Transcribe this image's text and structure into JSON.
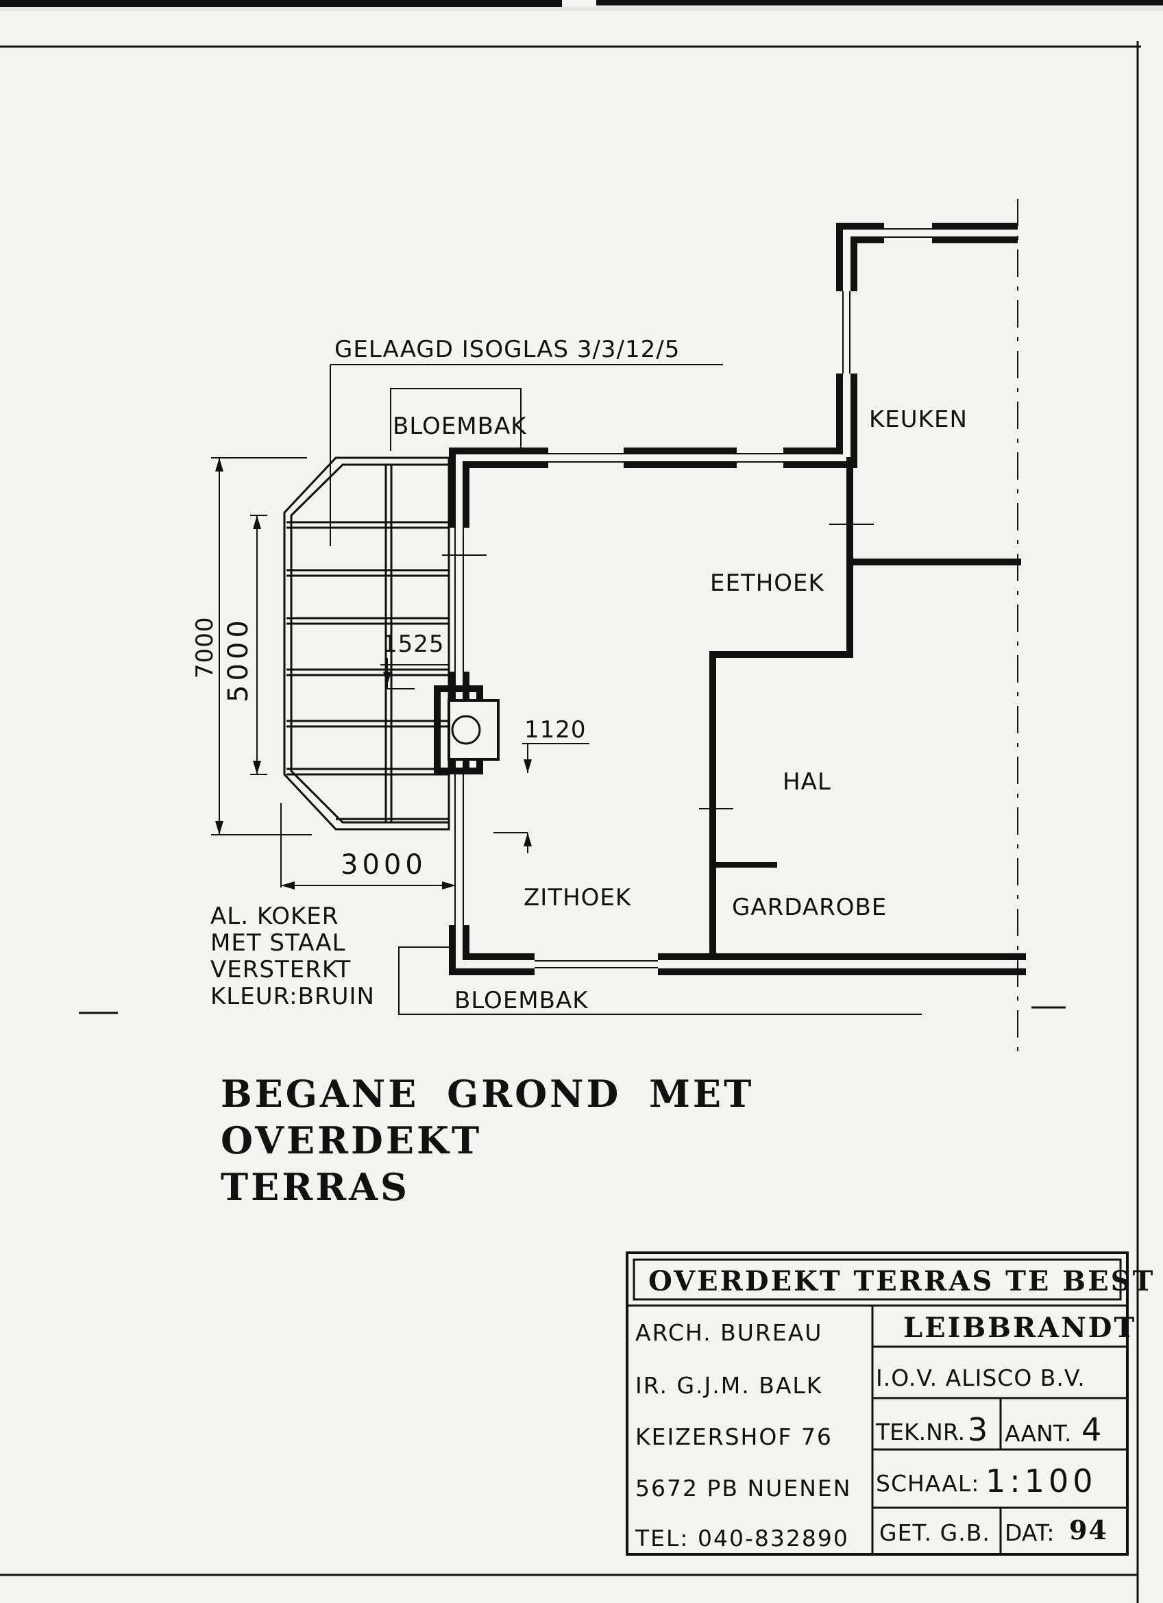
{
  "plan": {
    "glass_note": "GELAAGD ISOGLAS 3/3/12/5",
    "flowerbox_top": "BLOEMBAK",
    "flowerbox_bottom": "BLOEMBAK",
    "rooms": {
      "keuken": "KEUKEN",
      "eethoek": "EETHOEK",
      "hal": "HAL",
      "zithoek": "ZITHOEK",
      "gardarobe": "GARDAROBE"
    },
    "dimensions": {
      "d7000": "7000",
      "d5000": "5000",
      "d1525": "1525",
      "d1120": "1120",
      "d3000": "3000"
    },
    "frame_note": [
      "AL. KOKER",
      "MET STAAL",
      "VERSTERKT",
      "KLEUR:BRUIN"
    ]
  },
  "title": {
    "line1": "BEGANE GROND MET OVERDEKT",
    "line2": "TERRAS"
  },
  "title_block": {
    "project": "OVERDEKT TERRAS TE BEST",
    "office": [
      "ARCH. BUREAU",
      "IR. G.J.M. BALK",
      "KEIZERSHOF 76",
      "5672 PB NUENEN",
      "TEL: 040-832890"
    ],
    "firm": "LEIBBRANDT",
    "client": "I.O.V. ALISCO B.V.",
    "tek_label": "TEK.NR.",
    "tek_value": "3",
    "aant_label": "AANT.",
    "aant_value": "4",
    "scale_label": "SCHAAL:",
    "scale_value": "1:100",
    "drawn_by": "GET. G.B.",
    "date_label": "DAT:",
    "date_value": "94"
  }
}
